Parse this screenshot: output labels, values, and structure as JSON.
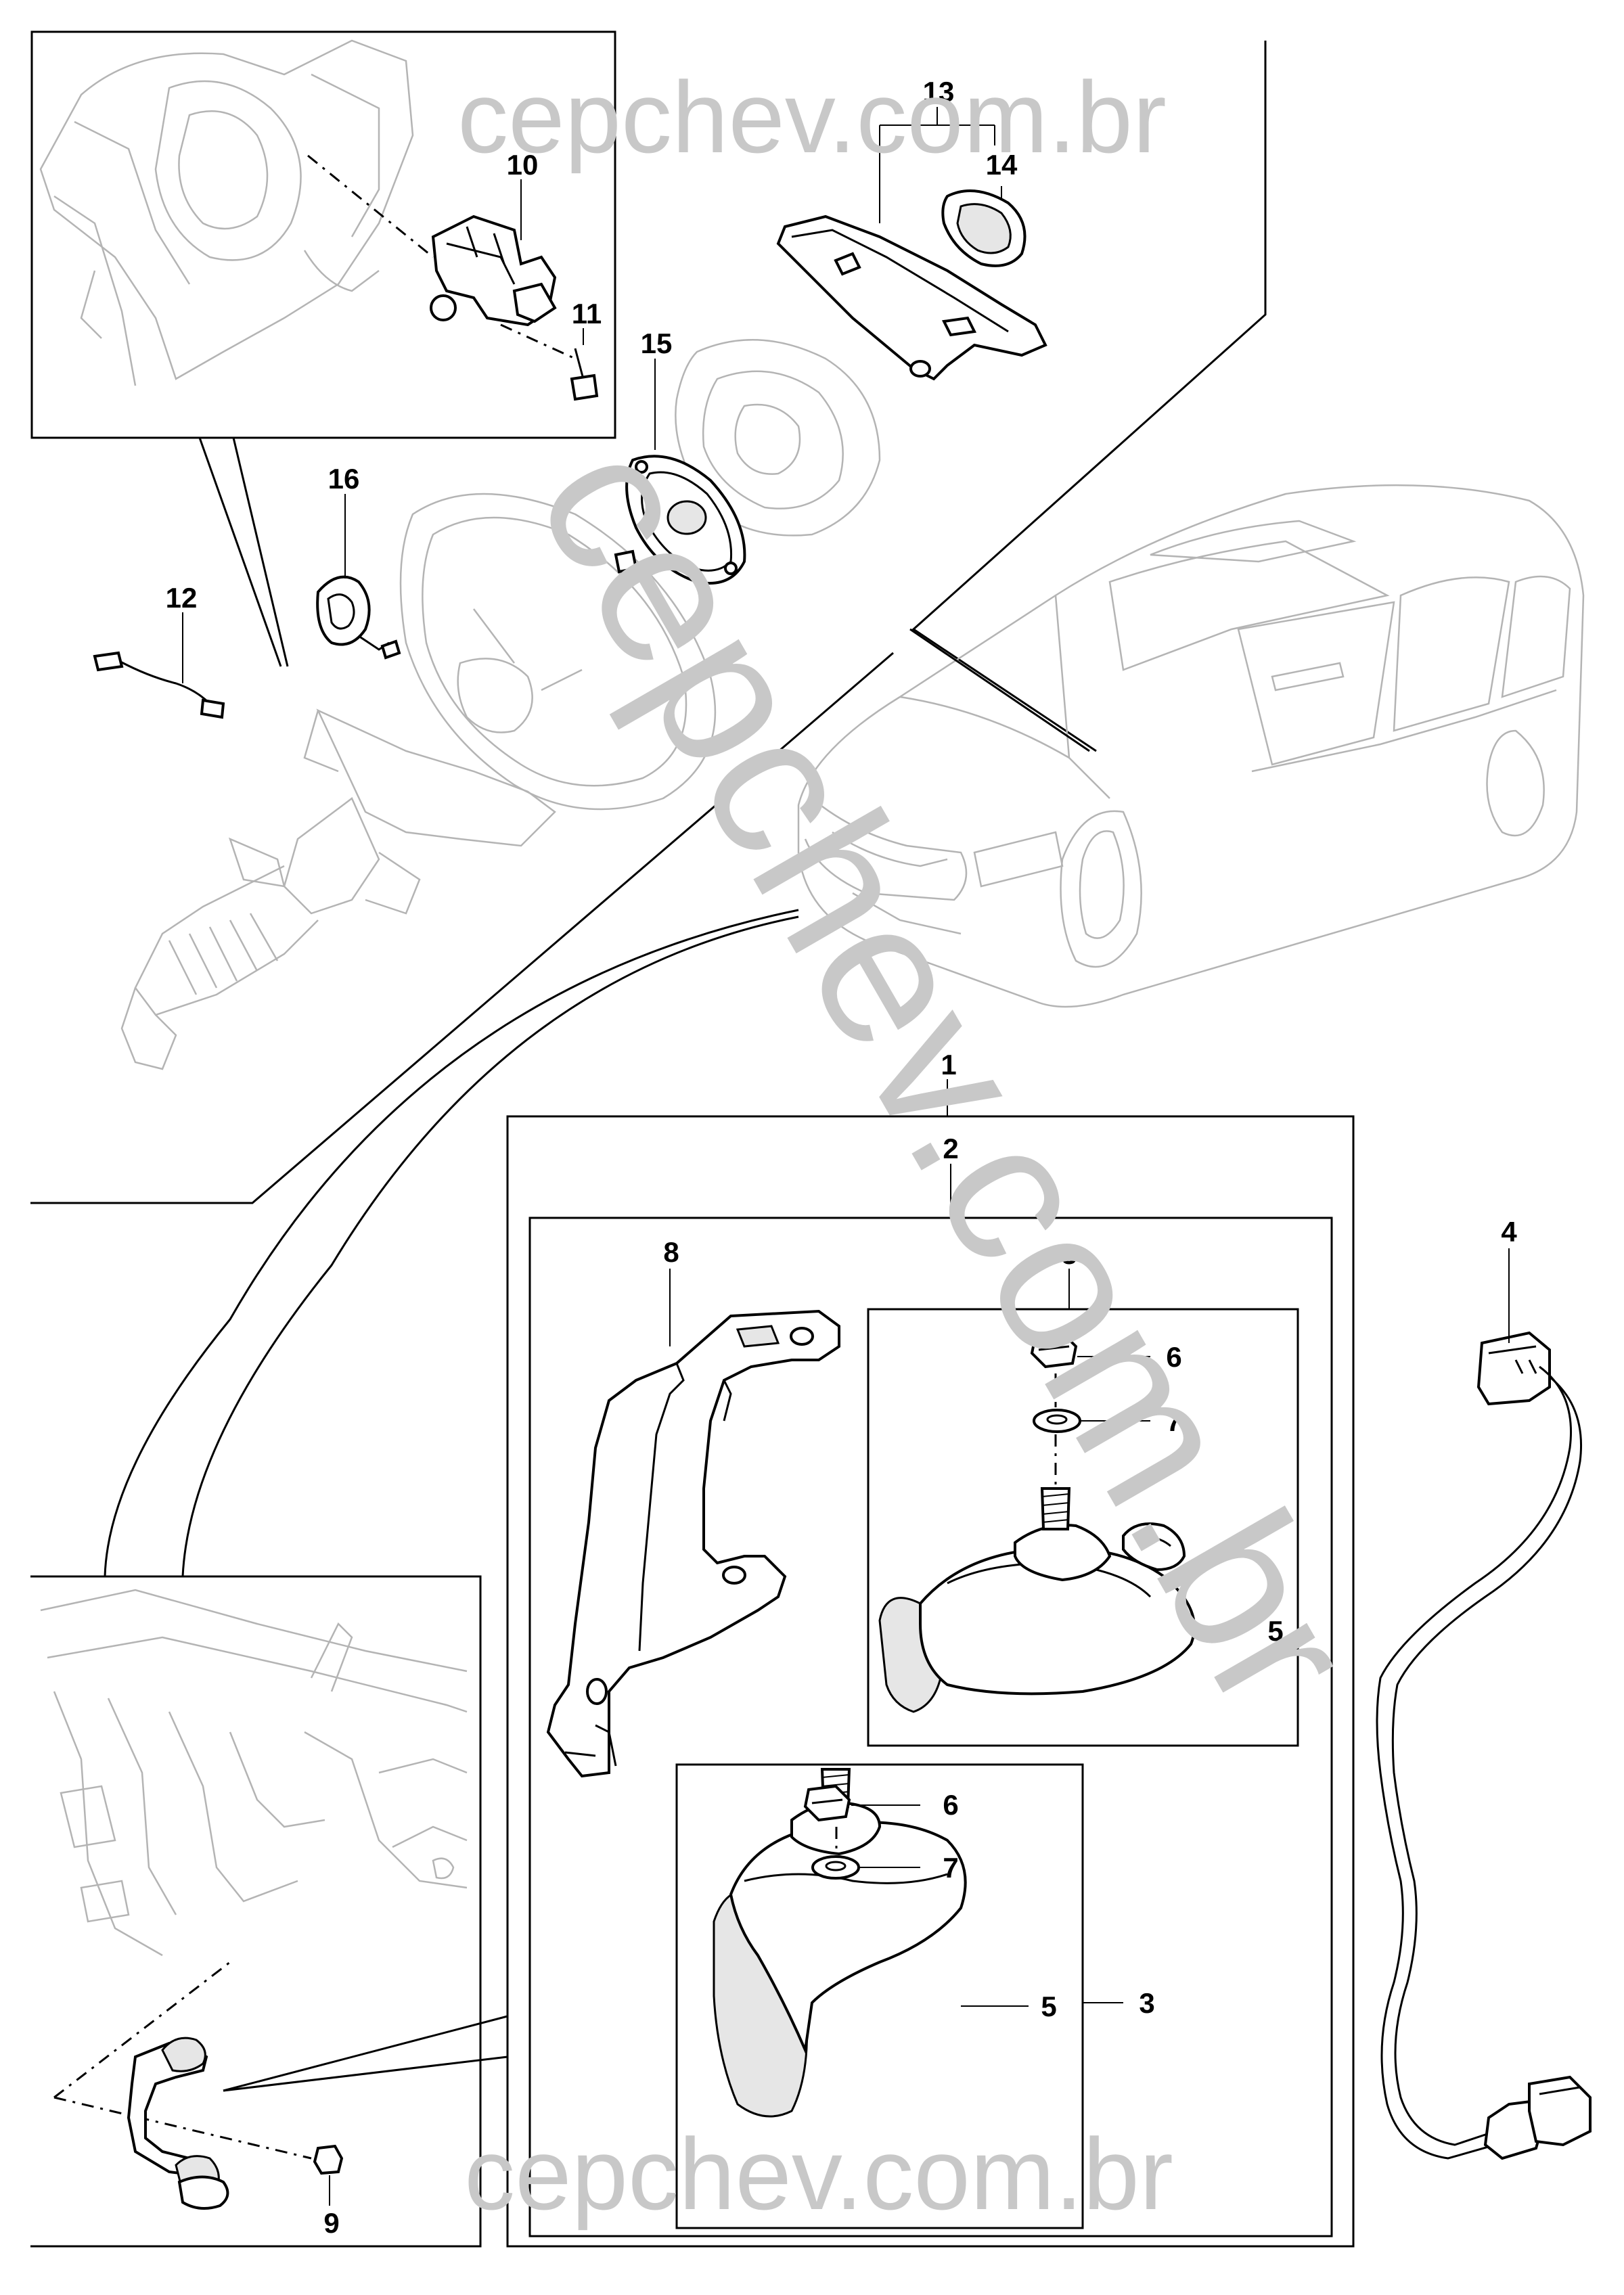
{
  "watermark": {
    "top": "cepchev.com.br",
    "diagonal": "cepchev.com.br",
    "bottom": "cepchev.com.br"
  },
  "callouts": {
    "c1": "1",
    "c2": "2",
    "c3_top": "3",
    "c3_right": "3",
    "c4": "4",
    "c5_top": "5",
    "c5_bottom": "5",
    "c6_top": "6",
    "c6_bottom": "6",
    "c7_top": "7",
    "c7_bottom": "7",
    "c8": "8",
    "c9": "9",
    "c10": "10",
    "c11": "11",
    "c12": "12",
    "c13": "13",
    "c14": "14",
    "c15": "15",
    "c16": "16"
  },
  "icons": {
    "steering_column": "steering-column-icon",
    "steering_wheel": "steering-wheel-icon",
    "car": "minivan-icon",
    "horn": "horn-icon",
    "bracket": "bracket-icon",
    "nut": "nut-icon",
    "washer": "washer-icon",
    "harness": "wiring-harness-icon"
  },
  "colors": {
    "line": "#000000",
    "ghost": "#b4b4b4",
    "watermark": "#c8c8c8"
  }
}
